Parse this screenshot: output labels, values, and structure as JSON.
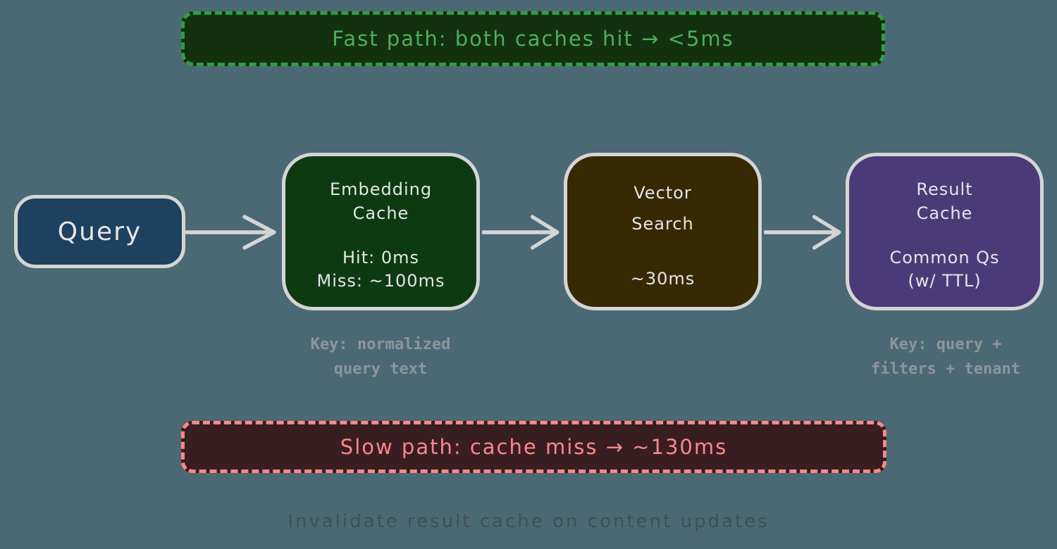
{
  "colors": {
    "background": "#4b6974",
    "node_border": "#d5d5d5",
    "node_text": "#e4e6e8",
    "arrow": "#d5d5d5",
    "note_text": "#8d959c",
    "footer_text": "#3a484a",
    "fast_banner_fill": "#13300f",
    "fast_banner_border": "#2f9e44",
    "fast_banner_text": "#4db05f",
    "slow_banner_fill": "#381d21",
    "slow_banner_border": "#ff8787",
    "slow_banner_text": "#ff8787",
    "query_fill": "#1e4160",
    "embedding_fill": "#0e3a12",
    "vector_fill": "#362903",
    "result_fill": "#4a3b78"
  },
  "banners": {
    "fast": {
      "label": "Fast path: both caches hit → <5ms"
    },
    "slow": {
      "label": "Slow path: cache miss → ~130ms"
    }
  },
  "nodes": {
    "query": {
      "title": "Query"
    },
    "embedding": {
      "title_line1": "Embedding",
      "title_line2": "Cache",
      "stat_line1": "Hit: 0ms",
      "stat_line2": "Miss: ~100ms",
      "note_line1": "Key: normalized",
      "note_line2": "query text"
    },
    "vector": {
      "title_line1": "Vector",
      "title_line2": "Search",
      "stat_line1": "~30ms"
    },
    "result": {
      "title_line1": "Result",
      "title_line2": "Cache",
      "stat_line1": "Common Qs",
      "stat_line2": "(w/ TTL)",
      "note_line1": "Key: query +",
      "note_line2": "filters + tenant"
    }
  },
  "footer": {
    "label": "Invalidate result cache on content updates"
  }
}
